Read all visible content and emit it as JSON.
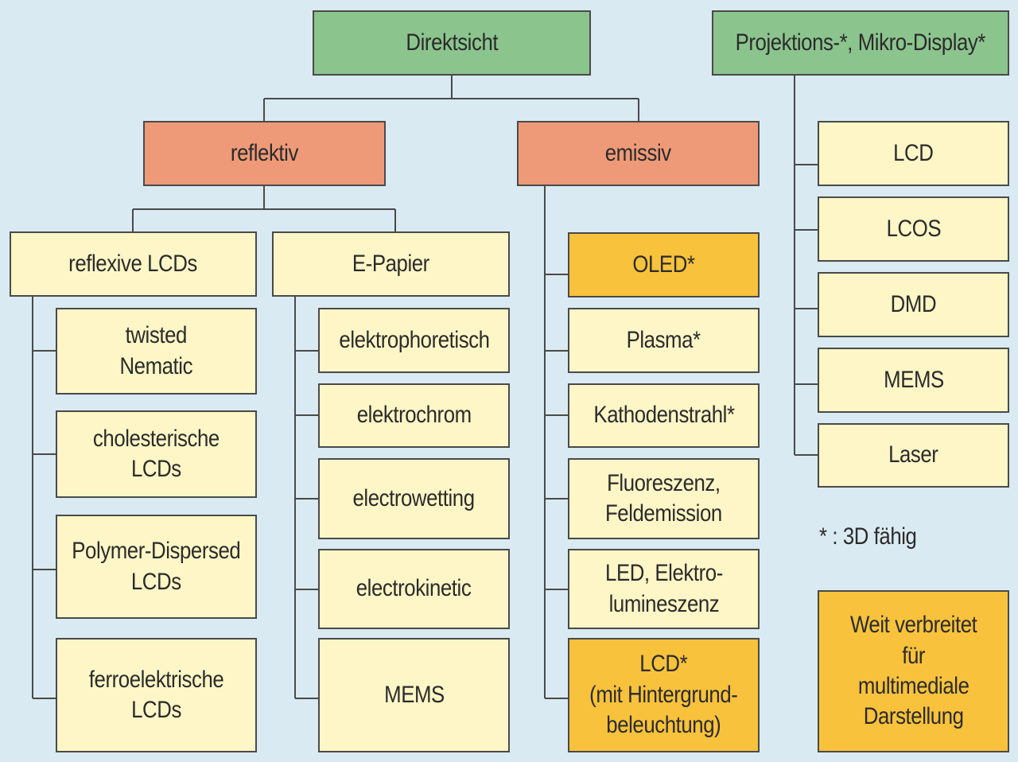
{
  "root": {
    "direktsicht": "Direktsicht",
    "projektion": "Projektions-*, Mikro-Display*"
  },
  "level2": {
    "reflektiv": "reflektiv",
    "emissiv": "emissiv"
  },
  "reflektiv_children": {
    "reflexive_lcds": "reflexive LCDs",
    "e_papier": "E-Papier"
  },
  "reflexive_lcds_items": [
    "twisted\nNematic",
    "cholesterische\nLCDs",
    "Polymer-Dispersed\nLCDs",
    "ferroelektrische\nLCDs"
  ],
  "e_papier_items": [
    "elektrophoretisch",
    "elektrochrom",
    "electrowetting",
    "electrokinetic",
    "MEMS"
  ],
  "emissiv_items": [
    "OLED*",
    "Plasma*",
    "Kathodenstrahl*",
    "Fluoreszenz,\nFeldemission",
    "LED, Elektro-\nlumineszenz",
    "LCD*\n(mit Hintergrund-\nbeleuchtung)"
  ],
  "projektion_items": [
    "LCD",
    "LCOS",
    "DMD",
    "MEMS",
    "Laser"
  ],
  "note_3d": "* : 3D fähig",
  "legend_widespread": "Weit verbreitet\nfür\nmultimediale\nDarstellung",
  "colors": {
    "background": "#daeaf2",
    "root": "#8cc48e",
    "category": "#ee9a78",
    "leaf": "#fef6c6",
    "widespread": "#f9c23c"
  }
}
